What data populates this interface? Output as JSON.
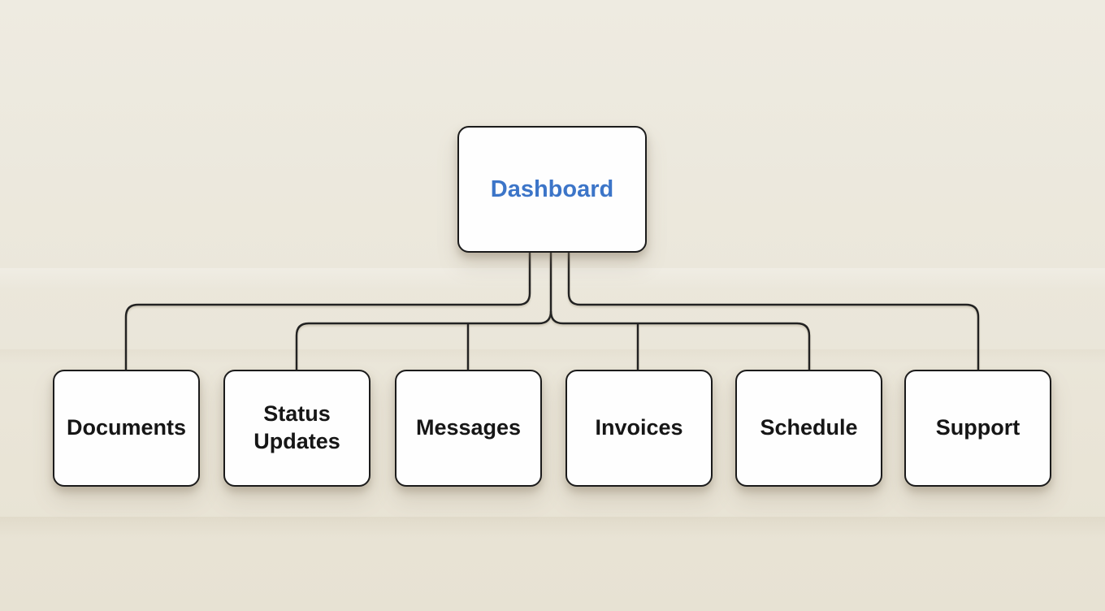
{
  "diagram": {
    "type": "flowchart",
    "root": {
      "label": "Dashboard"
    },
    "children": [
      {
        "label": "Documents"
      },
      {
        "label": "Status Updates"
      },
      {
        "label": "Messages"
      },
      {
        "label": "Invoices"
      },
      {
        "label": "Schedule"
      },
      {
        "label": "Support"
      }
    ],
    "colors": {
      "background": "#ebe7db",
      "node_fill": "#fefefe",
      "node_border": "#1b1b1b",
      "connector": "#222222",
      "root_label": "#3c75c8",
      "child_label": "#161616"
    }
  }
}
